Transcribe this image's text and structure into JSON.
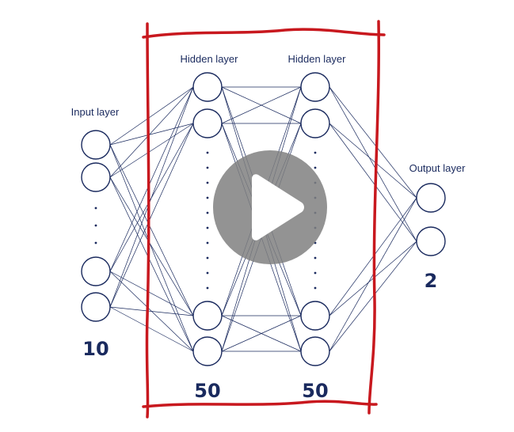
{
  "layers": [
    {
      "label": "Input layer",
      "count": "10"
    },
    {
      "label": "Hidden layer",
      "count": "50"
    },
    {
      "label": "Hidden layer",
      "count": "50"
    },
    {
      "label": "Output layer",
      "count": "2"
    }
  ],
  "colors": {
    "network": "#1a2a5e",
    "bracket": "#c8181e",
    "play_overlay": "#808080",
    "play_icon": "#ffffff"
  },
  "icons": {
    "play": "play-icon"
  }
}
